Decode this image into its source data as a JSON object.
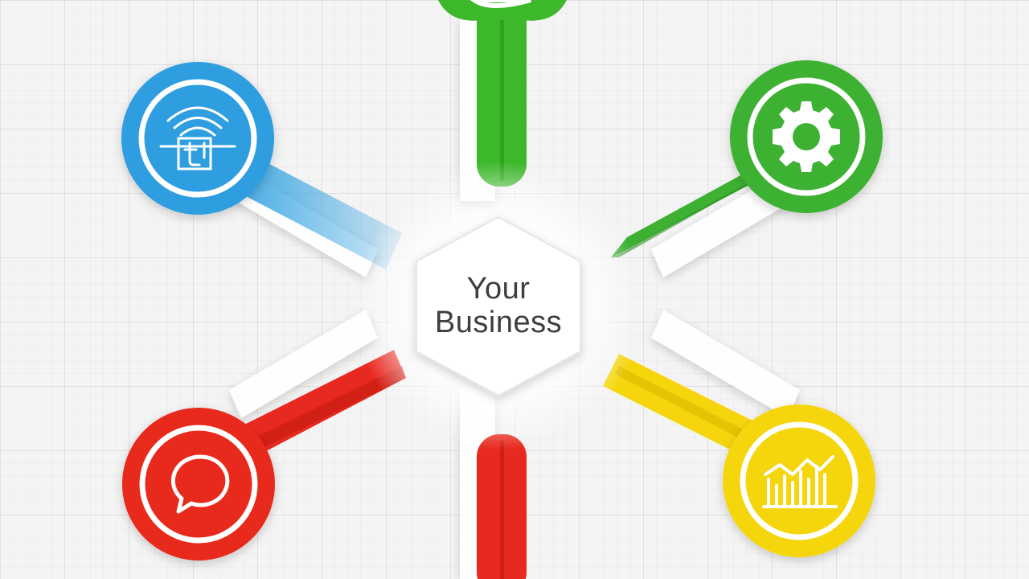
{
  "center": {
    "line1": "Your",
    "line2": "Business"
  },
  "nodes": [
    {
      "id": "top",
      "icon": "globe-icon",
      "color": "#3db82b",
      "dark": "#2a9a1c"
    },
    {
      "id": "wifi",
      "icon": "wifi-router-icon",
      "color": "#2d9ee0",
      "dark": "#1a7fc2"
    },
    {
      "id": "settings",
      "icon": "gear-icon",
      "color": "#3eb133",
      "dark": "#2a8f22"
    },
    {
      "id": "chat",
      "icon": "chat-bubble-icon",
      "color": "#e8291f",
      "dark": "#c41a12"
    },
    {
      "id": "bottom",
      "icon": "",
      "color": "#e8291f",
      "dark": "#c41a12"
    },
    {
      "id": "analytics",
      "icon": "bar-chart-icon",
      "color": "#f5d60d",
      "dark": "#d8b800"
    }
  ]
}
